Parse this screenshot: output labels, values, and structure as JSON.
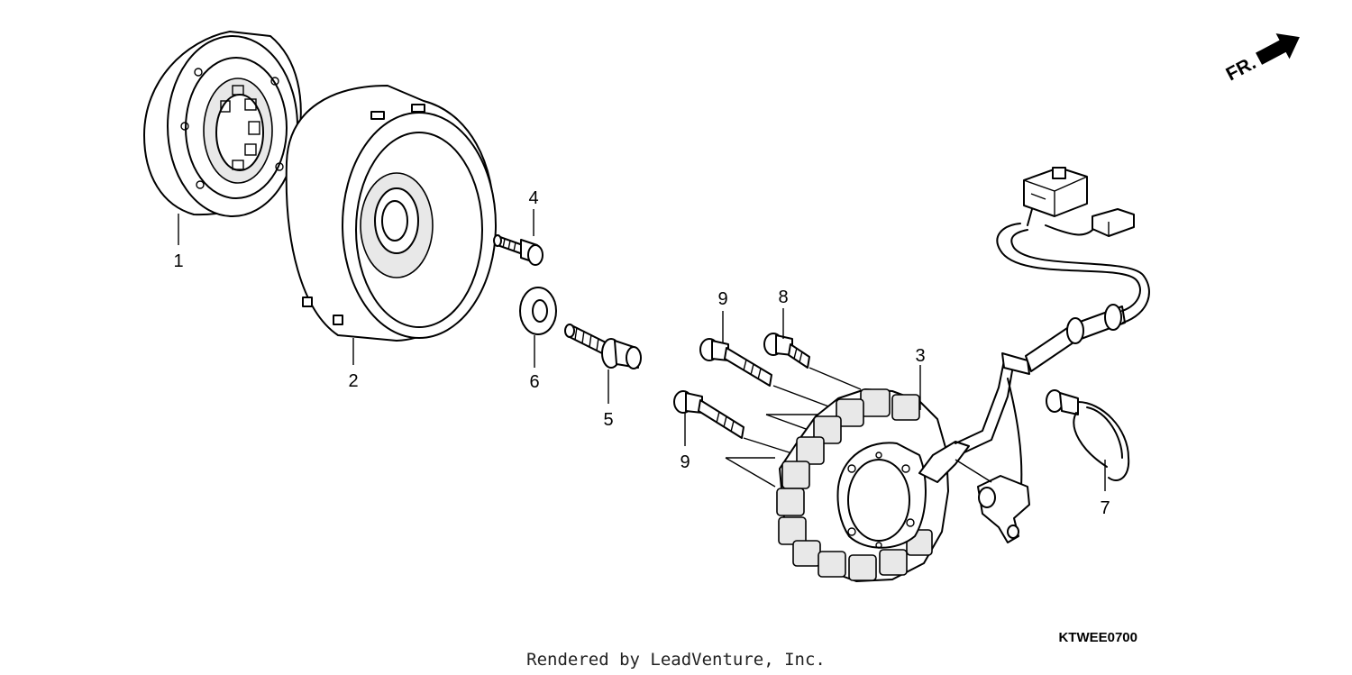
{
  "callouts": {
    "p1": "1",
    "p2": "2",
    "p3": "3",
    "p4": "4",
    "p5": "5",
    "p6": "6",
    "p7": "7",
    "p8": "8",
    "p9a": "9",
    "p9b": "9"
  },
  "direction_label": "FR.",
  "diagram_code": "KTWEE0700",
  "credit": "Rendered by LeadVenture, Inc."
}
